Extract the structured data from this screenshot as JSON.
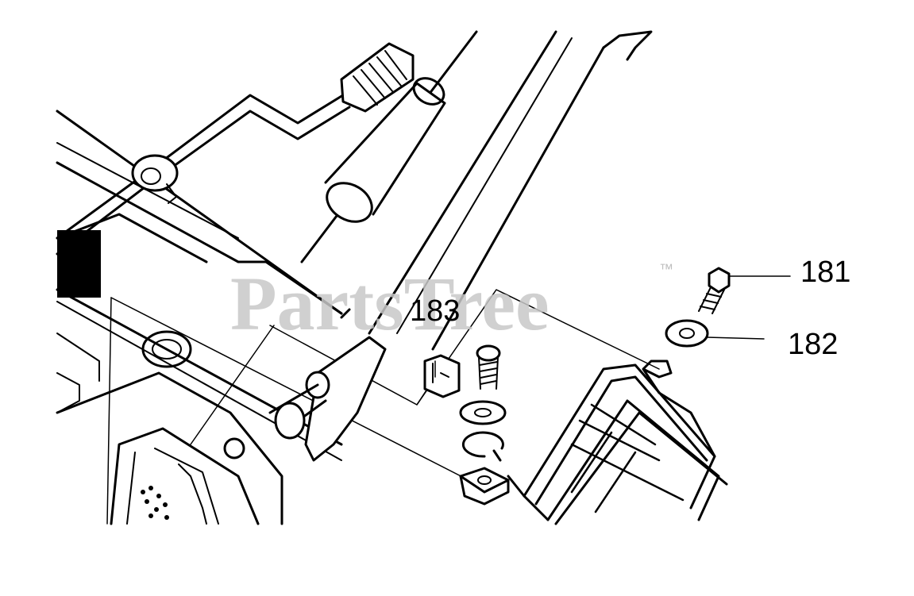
{
  "diagram": {
    "watermark": {
      "text": "PartsTree",
      "trademark": "™"
    },
    "callouts": [
      {
        "id": "181",
        "label": "181"
      },
      {
        "id": "182",
        "label": "182"
      },
      {
        "id": "183",
        "label": "183"
      }
    ],
    "colors": {
      "line": "#000000",
      "background": "#ffffff",
      "watermark": "#c8c8c8"
    }
  }
}
